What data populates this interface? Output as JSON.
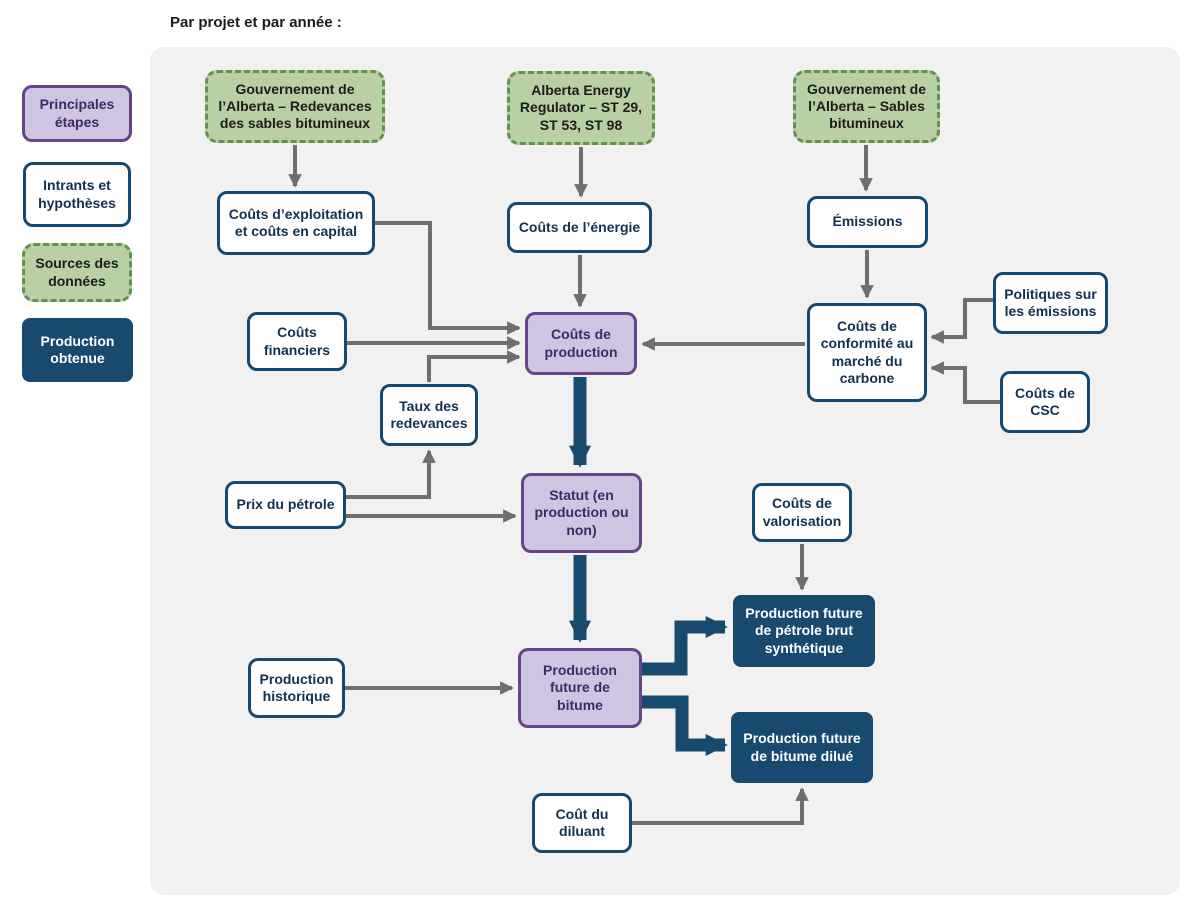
{
  "title": "Par projet et par année :",
  "legend": {
    "items": [
      {
        "id": "principales-etapes",
        "label": "Principales étapes",
        "type": "stage"
      },
      {
        "id": "intrants-hypotheses",
        "label": "Intrants et hypothèses",
        "type": "input"
      },
      {
        "id": "sources-donnees",
        "label": "Sources des données",
        "type": "source"
      },
      {
        "id": "production-obtenue",
        "label": "Production obtenue",
        "type": "output"
      }
    ]
  },
  "nodes": {
    "src_redevances": {
      "label": "Gouvernement de l’Alberta – Redevances des sables bitumineux",
      "type": "source"
    },
    "src_aer": {
      "label": "Alberta Energy Regulator – ST 29, ST 53, ST 98",
      "type": "source"
    },
    "src_sables": {
      "label": "Gouvernement de l’Alberta – Sables bitumineux",
      "type": "source"
    },
    "couts_exploitation": {
      "label": "Coûts d’exploitation et coûts en capital",
      "type": "input"
    },
    "couts_energie": {
      "label": "Coûts de l’énergie",
      "type": "input"
    },
    "emissions": {
      "label": "Émissions",
      "type": "input"
    },
    "couts_financiers": {
      "label": "Coûts financiers",
      "type": "input"
    },
    "couts_production": {
      "label": "Coûts de production",
      "type": "stage"
    },
    "couts_conformite": {
      "label": "Coûts de conformité au marché du carbone",
      "type": "input"
    },
    "politiques_emissions": {
      "label": "Politiques sur les émissions",
      "type": "input"
    },
    "couts_csc": {
      "label": "Coûts de CSC",
      "type": "input"
    },
    "taux_redevances": {
      "label": "Taux des redevances",
      "type": "input"
    },
    "prix_petrole": {
      "label": "Prix du pétrole",
      "type": "input"
    },
    "statut": {
      "label": "Statut (en production ou non)",
      "type": "stage"
    },
    "couts_valorisation": {
      "label": "Coûts de valorisation",
      "type": "input"
    },
    "production_bitume": {
      "label": "Production future de bitume",
      "type": "stage"
    },
    "production_synthetique": {
      "label": "Production future de pétrole brut synthétique",
      "type": "output"
    },
    "production_dilue": {
      "label": "Production future de bitume dilué",
      "type": "output"
    },
    "production_historique": {
      "label": "Production historique",
      "type": "input"
    },
    "cout_diluant": {
      "label": "Coût du diluant",
      "type": "input"
    }
  },
  "edges": [
    {
      "from": "src_redevances",
      "to": "couts_exploitation",
      "style": "thin"
    },
    {
      "from": "src_aer",
      "to": "couts_energie",
      "style": "thin"
    },
    {
      "from": "src_sables",
      "to": "emissions",
      "style": "thin"
    },
    {
      "from": "couts_energie",
      "to": "couts_production",
      "style": "thin"
    },
    {
      "from": "emissions",
      "to": "couts_conformite",
      "style": "thin"
    },
    {
      "from": "couts_exploitation",
      "to": "couts_production",
      "style": "thin"
    },
    {
      "from": "couts_financiers",
      "to": "couts_production",
      "style": "thin"
    },
    {
      "from": "taux_redevances",
      "to": "couts_production",
      "style": "thin"
    },
    {
      "from": "couts_conformite",
      "to": "couts_production",
      "style": "thin"
    },
    {
      "from": "politiques_emissions",
      "to": "couts_conformite",
      "style": "thin"
    },
    {
      "from": "couts_csc",
      "to": "couts_conformite",
      "style": "thin"
    },
    {
      "from": "prix_petrole",
      "to": "taux_redevances",
      "style": "thin"
    },
    {
      "from": "prix_petrole",
      "to": "statut",
      "style": "thin"
    },
    {
      "from": "couts_valorisation",
      "to": "production_synthetique",
      "style": "thin"
    },
    {
      "from": "production_historique",
      "to": "production_bitume",
      "style": "thin"
    },
    {
      "from": "cout_diluant",
      "to": "production_dilue",
      "style": "thin"
    },
    {
      "from": "couts_production",
      "to": "statut",
      "style": "thick"
    },
    {
      "from": "statut",
      "to": "production_bitume",
      "style": "thick"
    },
    {
      "from": "production_bitume",
      "to": "production_synthetique",
      "style": "thick"
    },
    {
      "from": "production_bitume",
      "to": "production_dilue",
      "style": "thick"
    }
  ],
  "colors": {
    "panel_background": "#f1f1f2",
    "source_fill": "#b9cfa4",
    "source_border": "#5f914f",
    "input_border": "#15496f",
    "stage_fill": "#cfc4e1",
    "stage_border": "#654488",
    "stage_text": "#3f2a63",
    "output_fill": "#174a6e",
    "arrow_thin": "#6e6e6e",
    "arrow_thick": "#174a6e"
  }
}
